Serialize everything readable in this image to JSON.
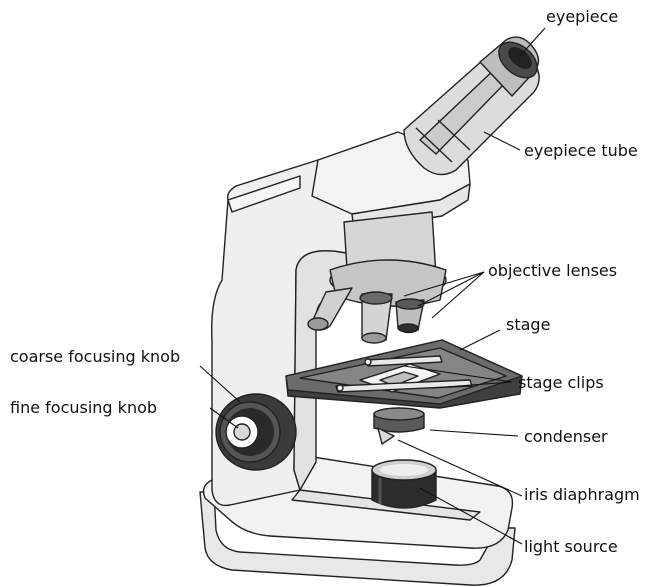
{
  "labels": {
    "eyepiece": "eyepiece",
    "eyepiece_tube": "eyepiece tube",
    "objective_lenses": "objective lenses",
    "stage": "stage",
    "stage_clips": "stage clips",
    "condenser": "condenser",
    "iris_diaphragm": "iris diaphragm",
    "light_source": "light source",
    "coarse_focusing_knob": "coarse focusing knob",
    "fine_focusing_knob": "fine focusing knob"
  },
  "colors": {
    "body": "#efefef",
    "body_shade": "#d9d9d9",
    "metal": "#cfcfcf",
    "stage_top": "#6b6b6b",
    "stage_side": "#3f3f3f",
    "dark": "#2a2a2a",
    "line": "#111111"
  }
}
